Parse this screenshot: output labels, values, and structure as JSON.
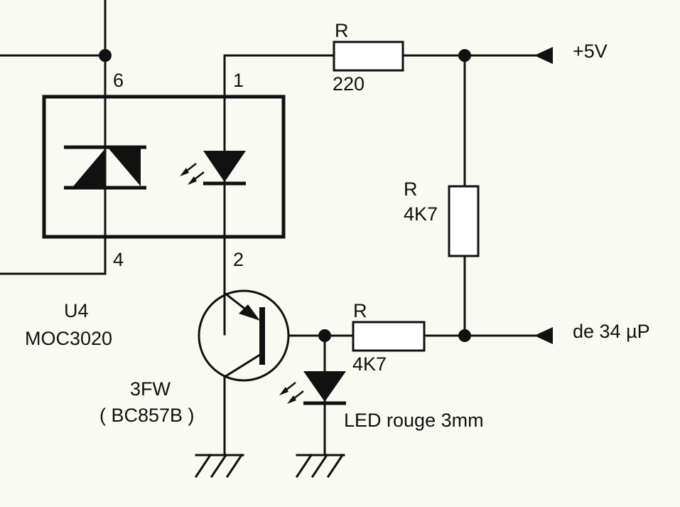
{
  "colors": {
    "background": "#f9faf1",
    "ink": "#111111",
    "resistor_fill": "#ffffff"
  },
  "optocoupler": {
    "reference": "U4",
    "part": "MOC3020",
    "pins": {
      "p6": "6",
      "p1": "1",
      "p4": "4",
      "p2": "2"
    }
  },
  "resistor_led": {
    "ref": "R",
    "value": "220"
  },
  "resistor_pullup": {
    "ref": "R",
    "value": "4K7"
  },
  "resistor_base": {
    "ref": "R",
    "value": "4K7"
  },
  "transistor": {
    "code": "3FW",
    "part": "( BC857B )"
  },
  "indicator_led": {
    "label": "LED rouge 3mm"
  },
  "ports": {
    "supply": "+5V",
    "input": "de 34 µP"
  },
  "icons": [
    "triac-icon",
    "led-icon",
    "pnp-transistor-icon",
    "resistor-icon",
    "ground-icon",
    "port-arrow-icon",
    "junction-dot-icon"
  ]
}
